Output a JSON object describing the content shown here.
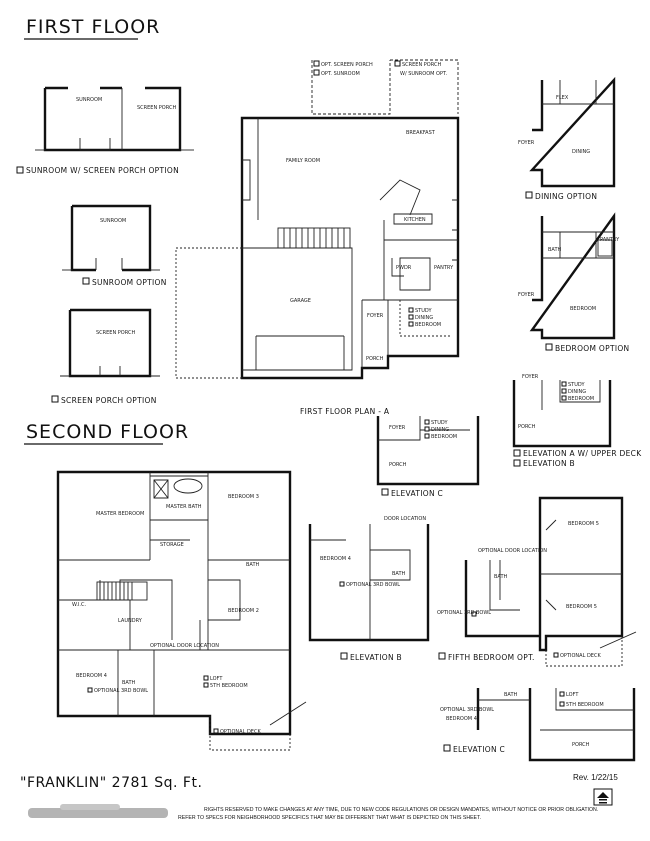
{
  "headings": {
    "first_floor": "FIRST FLOOR",
    "second_floor": "SECOND FLOOR",
    "plan_name": "\"FRANKLIN\" 2781 Sq. Ft.",
    "revision": "Rev. 1/22/15",
    "first_floor_plan_a": "FIRST FLOOR PLAN - A"
  },
  "option_captions": {
    "sunroom_screen_porch": "SUNROOM W/ SCREEN PORCH OPTION",
    "sunroom": "SUNROOM OPTION",
    "screen_porch": "SCREEN PORCH OPTION",
    "dining": "DINING OPTION",
    "bedroom": "BEDROOM OPTION",
    "elevation_a_upper_deck": "ELEVATION A W/ UPPER DECK",
    "elevation_b_top": "ELEVATION B",
    "elevation_c_top": "ELEVATION C",
    "elevation_b_bottom": "ELEVATION B",
    "fifth_bedroom": "FIFTH BEDROOM OPT.",
    "elevation_c_bottom": "ELEVATION C"
  },
  "porch_checkboxes": {
    "opt_screen_porch": "OPT. SCREEN PORCH",
    "opt_sunroom": "OPT. SUNROOM",
    "screen_porch": "SCREEN PORCH",
    "sunroom_opt": "W/ SUNROOM OPT."
  },
  "first_floor_rooms": {
    "family_room": "FAMILY ROOM",
    "breakfast": "BREAKFAST",
    "kitchen": "KITCHEN",
    "garage": "GARAGE",
    "foyer": "FOYER",
    "porch": "PORCH",
    "powder": "PWDR",
    "pantry": "PANTRY",
    "study_dining_bedroom": [
      "STUDY",
      "DINING",
      "BEDROOM"
    ],
    "sunroom": "SUNROOM",
    "screen_porch": "SCREEN PORCH",
    "dining": "DINING",
    "flex": "FLEX",
    "bedroom": "BEDROOM",
    "bath": "BATH"
  },
  "second_floor_rooms": {
    "master_bedroom": "MASTER BEDROOM",
    "master_bath": "MASTER BATH",
    "storage": "STORAGE",
    "bedroom_3": "BEDROOM 3",
    "bedroom_2": "BEDROOM 2",
    "bedroom_4": "BEDROOM 4",
    "bath": "BATH",
    "wic": "W.I.C.",
    "laundry": "LAUNDRY",
    "loft": "LOFT",
    "fifth_bedroom": "5TH BEDROOM",
    "optional_deck": "OPTIONAL DECK",
    "optional_3rd_bowl": "OPTIONAL 3RD BOWL",
    "bedroom_5": "BEDROOM 5",
    "door_location": "DOOR LOCATION",
    "optional_door_location": "OPTIONAL DOOR LOCATION"
  },
  "footer": {
    "line1": "RIGHTS RESERVED TO MAKE CHANGES AT ANY TIME, DUE TO NEW CODE REGULATIONS OR DESIGN MANDATES, WITHOUT NOTICE OR PRIOR OBLIGATION.",
    "line2": "REFER TO SPECS FOR NEIGHBORHOOD SPECIFICS THAT MAY BE DIFFERENT THAT WHAT IS DEPICTED ON THIS SHEET."
  },
  "colors": {
    "ink": "#111111",
    "paper": "#ffffff"
  },
  "icons": {
    "equal_housing": "equal-housing-icon"
  }
}
